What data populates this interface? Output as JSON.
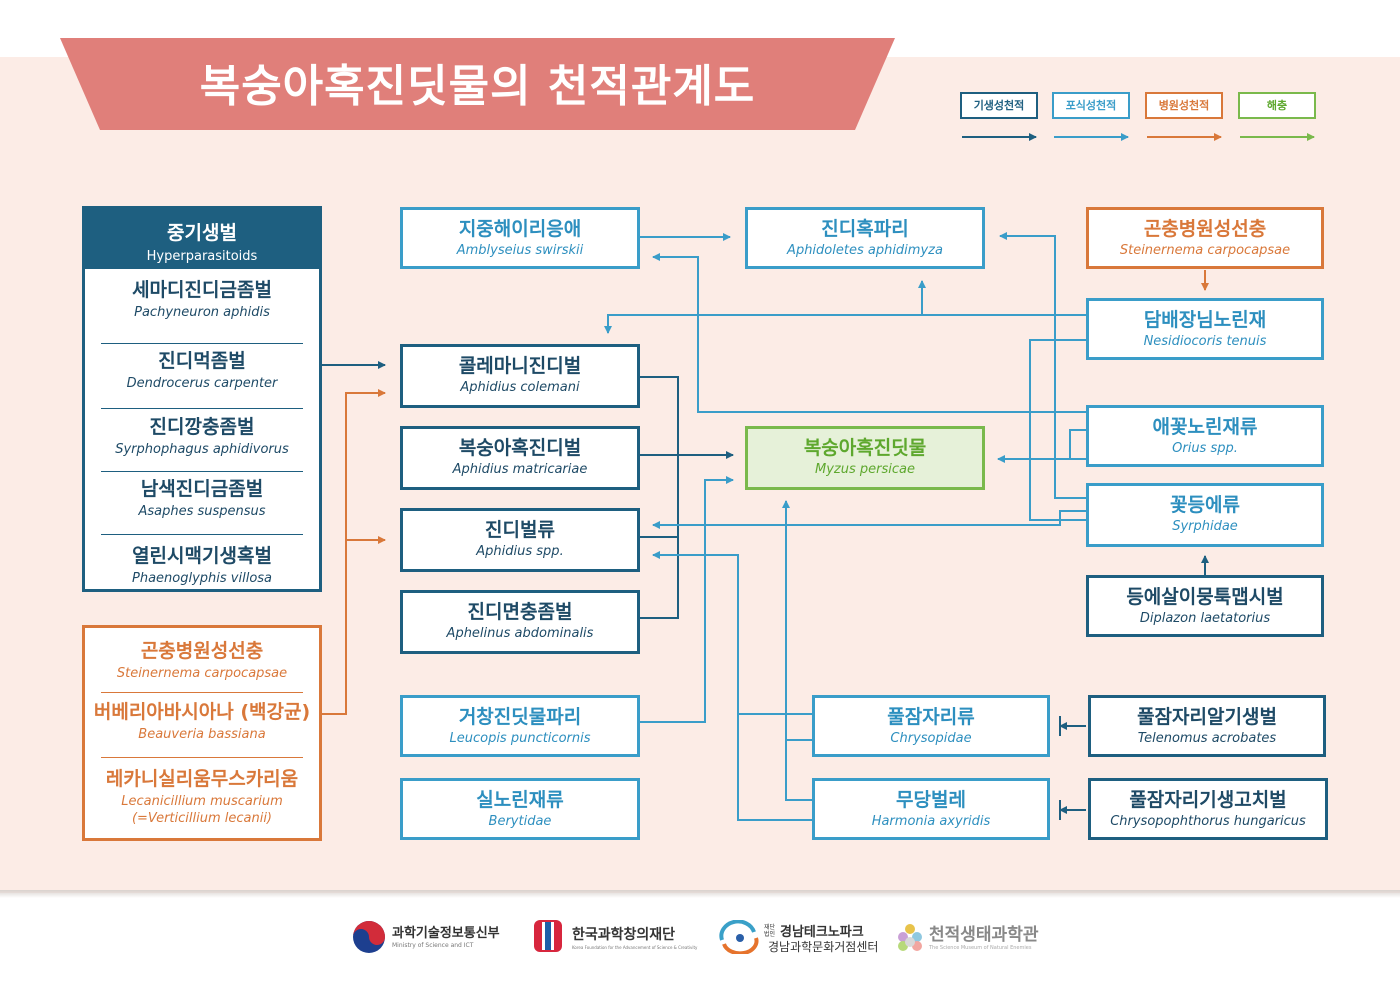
{
  "title": "복숭아혹진딧물의 천적관계도",
  "colors": {
    "banner": "#e07f7a",
    "background": "#fcece6",
    "navy": "#1e5f80",
    "sky": "#3a9dc9",
    "orange": "#d9783a",
    "green": "#7ab94c"
  },
  "legend": [
    {
      "label": "기생성천적",
      "color": "#1e5f80"
    },
    {
      "label": "포식성천적",
      "color": "#3a9dc9"
    },
    {
      "label": "병원성천적",
      "color": "#d9783a"
    },
    {
      "label": "해충",
      "color": "#7ab94c"
    }
  ],
  "hyperparasitoids": {
    "ko": "중기생벌",
    "la": "Hyperparasitoids",
    "items": [
      {
        "ko": "세마디진디금좀벌",
        "la": "Pachyneuron aphidis"
      },
      {
        "ko": "진디먹좀벌",
        "la": "Dendrocerus carpenter"
      },
      {
        "ko": "진디깡충좀벌",
        "la": "Syrphophagus aphidivorus"
      },
      {
        "ko": "남색진디금좀벌",
        "la": "Asaphes suspensus"
      },
      {
        "ko": "열린시맥기생혹벌",
        "la": "Phaenoglyphis villosa"
      }
    ]
  },
  "pathogens_left": {
    "items": [
      {
        "ko": "곤충병원성선충",
        "la": "Steinernema carpocapsae"
      },
      {
        "ko": "버베리아바시아나 (백강균)",
        "la": "Beauveria bassiana"
      },
      {
        "ko": "레카니실리움무스카리움",
        "la": "Lecanicillium muscarium",
        "la2": "(=Verticillium lecanii)"
      }
    ]
  },
  "nodes": {
    "amblyseius": {
      "ko": "지중해이리응애",
      "la": "Amblyseius swirskii"
    },
    "aphidoletes": {
      "ko": "진디혹파리",
      "la": "Aphidoletes aphidimyza"
    },
    "steinernema_right": {
      "ko": "곤충병원성선충",
      "la": "Steinernema carpocapsae"
    },
    "nesidiocoris": {
      "ko": "담배장님노린재",
      "la": "Nesidiocoris tenuis"
    },
    "colemani": {
      "ko": "콜레마니진디벌",
      "la": "Aphidius colemani"
    },
    "matricariae": {
      "ko": "복숭아혹진디벌",
      "la": "Aphidius matricariae"
    },
    "myzus": {
      "ko": "복숭아혹진딧물",
      "la": "Myzus persicae"
    },
    "orius": {
      "ko": "애꽃노린재류",
      "la": "Orius spp."
    },
    "aphidius_spp": {
      "ko": "진디벌류",
      "la": "Aphidius spp."
    },
    "syrphidae": {
      "ko": "꽃등에류",
      "la": "Syrphidae"
    },
    "aphelinus": {
      "ko": "진디면충좀벌",
      "la": "Aphelinus abdominalis"
    },
    "diplazon": {
      "ko": "등에살이뭉툭맵시벌",
      "la": "Diplazon laetatorius"
    },
    "leucopis": {
      "ko": "거창진딧물파리",
      "la": "Leucopis puncticornis"
    },
    "chrysopidae": {
      "ko": "풀잠자리류",
      "la": "Chrysopidae"
    },
    "telenomus": {
      "ko": "풀잠자리알기생벌",
      "la": "Telenomus acrobates"
    },
    "berytidae": {
      "ko": "실노린재류",
      "la": "Berytidae"
    },
    "harmonia": {
      "ko": "무당벌레",
      "la": "Harmonia axyridis"
    },
    "chrysopophthorus": {
      "ko": "풀잠자리기생고치벌",
      "la": "Chrysopophthorus hungaricus"
    }
  },
  "footer": [
    {
      "name": "과학기술정보통신부",
      "sub": "Ministry of Science and ICT",
      "icon": "taegeuk-logo-icon"
    },
    {
      "name": "한국과학창의재단",
      "sub": "Korea Foundation for the Advancement of Science & Creativity",
      "icon": "kofac-logo-icon"
    },
    {
      "name": "경남테크노파크",
      "name2": "경남과학문화거점센터",
      "prefix": "재단법인",
      "icon": "gntp-logo-icon"
    },
    {
      "name": "천적생태과학관",
      "sub": "The Science Museum of Natural Enemies",
      "icon": "museum-logo-icon"
    }
  ]
}
